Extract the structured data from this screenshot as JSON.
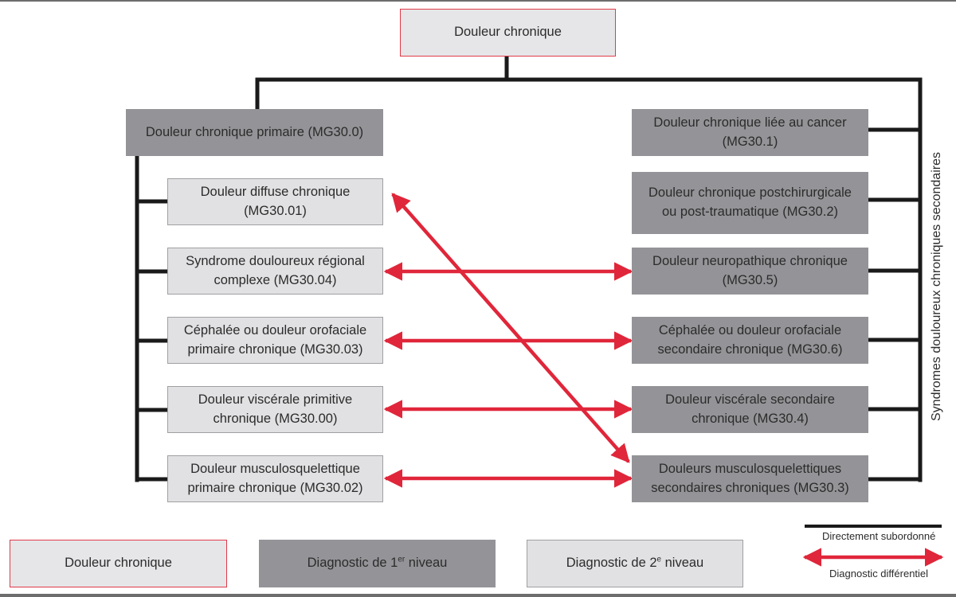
{
  "root": {
    "label": "Douleur chronique"
  },
  "primary": {
    "label": "Douleur chronique primaire (MG30.0)",
    "children": [
      {
        "line1": "Douleur diffuse chronique",
        "line2": "(MG30.01)"
      },
      {
        "line1": "Syndrome douloureux régional",
        "line2": "complexe (MG30.04)"
      },
      {
        "line1": "Céphalée ou douleur orofaciale",
        "line2": "primaire chronique (MG30.03)"
      },
      {
        "line1": "Douleur viscérale primitive",
        "line2": "chronique (MG30.00)"
      },
      {
        "line1": "Douleur musculosquelettique",
        "line2": "primaire chronique (MG30.02)"
      }
    ]
  },
  "secondary": {
    "group_label": "Syndromes douloureux chroniques secondaires",
    "items": [
      {
        "line1": "Douleur chronique liée au cancer",
        "line2": "(MG30.1)"
      },
      {
        "line1": "Douleur chronique postchirurgicale",
        "line2": "ou post-traumatique (MG30.2)"
      },
      {
        "line1": "Douleur neuropathique chronique",
        "line2": "(MG30.5)"
      },
      {
        "line1": "Céphalée ou douleur orofaciale",
        "line2": "secondaire chronique (MG30.6)"
      },
      {
        "line1": "Douleur viscérale secondaire",
        "line2": "chronique (MG30.4)"
      },
      {
        "line1": "Douleurs musculosquelettiques",
        "line2": "secondaires chroniques (MG30.3)"
      }
    ]
  },
  "differential_links": [
    {
      "from": "Syndrome douloureux régional complexe (MG30.04)",
      "to": "Douleur neuropathique chronique (MG30.5)"
    },
    {
      "from": "Céphalée ou douleur orofaciale primaire chronique (MG30.03)",
      "to": "Céphalée ou douleur orofaciale secondaire chronique (MG30.6)"
    },
    {
      "from": "Douleur viscérale primitive chronique (MG30.00)",
      "to": "Douleur viscérale secondaire chronique (MG30.4)"
    },
    {
      "from": "Douleur musculosquelettique primaire chronique (MG30.02)",
      "to": "Douleurs musculosquelettiques secondaires chroniques (MG30.3)"
    },
    {
      "from": "Douleur diffuse chronique (MG30.01)",
      "to": "Douleurs musculosquelettiques secondaires chroniques (MG30.3)"
    }
  ],
  "legend": {
    "root_label": "Douleur chronique",
    "level1_prefix": "Diagnostic de 1",
    "level1_sup": "er",
    "level1_suffix": " niveau",
    "level2_prefix": "Diagnostic de 2",
    "level2_sup": "e",
    "level2_suffix": " niveau",
    "subordinate_label": "Directement subordonné",
    "differential_label": "Diagnostic différentiel"
  },
  "colors": {
    "accent_red": "#e0263a",
    "line_black": "#1a1a1a",
    "level1_fill": "#949498",
    "level2_fill": "#e1e1e3",
    "root_fill": "#e6e6e8"
  }
}
